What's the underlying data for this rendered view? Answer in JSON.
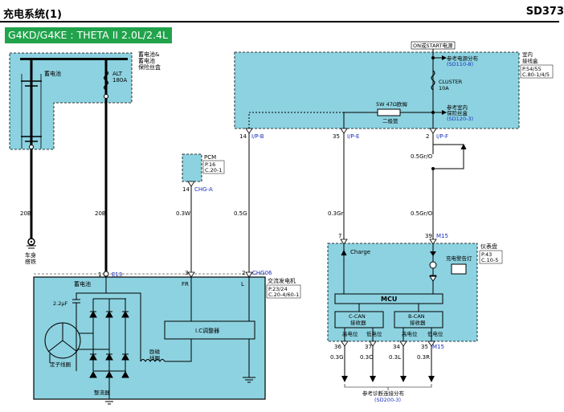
{
  "header": {
    "title": "充电系统(1)",
    "code": "SD373"
  },
  "engine_label": "G4KD/G4KE : THETA II 2.0L/2.4L",
  "top_box": {
    "ign_label": "ON或START电源",
    "ref_power": "参考电源分布",
    "ref_power_code": "(SD110-8)",
    "cluster_fuse": "CLUSTER",
    "cluster_amp": "10A",
    "ref_indoor": "参考室内",
    "ref_indoor2": "保险丝盒",
    "ref_indoor_code": "(SD120-3)",
    "resistor": "5W 47Ω欧姆",
    "diode": "二极管",
    "side_title1": "室内",
    "side_title2": "接线盒",
    "side_page": "P.54/55",
    "side_conn": "C.80-1/4/5"
  },
  "battery_box": {
    "title1": "蓄电池&",
    "title2": "蓄电池",
    "title3": "保险丝盒",
    "battery": "蓄电池",
    "fuse_name": "ALT",
    "fuse_amp": "180A"
  },
  "pcm": {
    "name": "PCM",
    "page": "P.16",
    "conn": "C.20-1"
  },
  "pins_top": [
    {
      "num": "14",
      "conn": "I/P-B"
    },
    {
      "num": "35",
      "conn": "I/P-E"
    },
    {
      "num": "2",
      "conn": "I/P-F"
    },
    {
      "num": "14",
      "conn": "CHG-A"
    }
  ],
  "wires": {
    "ground": "20B",
    "alt_b": "20B",
    "pcm_w": "0.3W",
    "ipb_w": "0.5G",
    "ipe_w": "0.3Gr",
    "ipf_w": "0.5Gr/O",
    "ipf_w2": "0.5Gr/O"
  },
  "chassis": {
    "line1": "车身",
    "line2": "搭铁"
  },
  "alternator": {
    "pin1": "1",
    "conn1": "E13",
    "pin3": "3",
    "pin2": "2",
    "conn2": "CHG06",
    "title": "交流发电机",
    "page": "P.23/24",
    "conn": "C.20-4/60-1",
    "battery_lbl": "蓄电池",
    "fr": "FR",
    "l": "L",
    "cap": "2.2μF",
    "stator": "定子线圈",
    "field": "励磁",
    "field2": "线圈",
    "regulator": "I.C调整器",
    "rectifier": "整流器"
  },
  "cluster": {
    "title": "仪表盘",
    "page": "P.43",
    "conn": "C.10-5",
    "pin7": "7",
    "pin39": "39",
    "conn_m15": "M15",
    "charge": "Charge",
    "warn": "充电警告灯",
    "mcu": "MCU",
    "ccan1": "C-CAN",
    "ccan2": "接收器",
    "bcan1": "B-CAN",
    "bcan2": "接收器",
    "hi1": "高电位",
    "lo1": "低电位",
    "hi2": "高电位",
    "lo2": "低电位"
  },
  "bottom_pins": [
    {
      "num": "36",
      "wire": "0.3G"
    },
    {
      "num": "37",
      "wire": "0.3O"
    },
    {
      "num": "34",
      "wire": "0.3L"
    },
    {
      "num": "35",
      "wire": "0.3R"
    }
  ],
  "bottom_conn": "M15",
  "bottom_ref": "参考诊断连接分布",
  "bottom_ref_code": "(SD200-3)"
}
